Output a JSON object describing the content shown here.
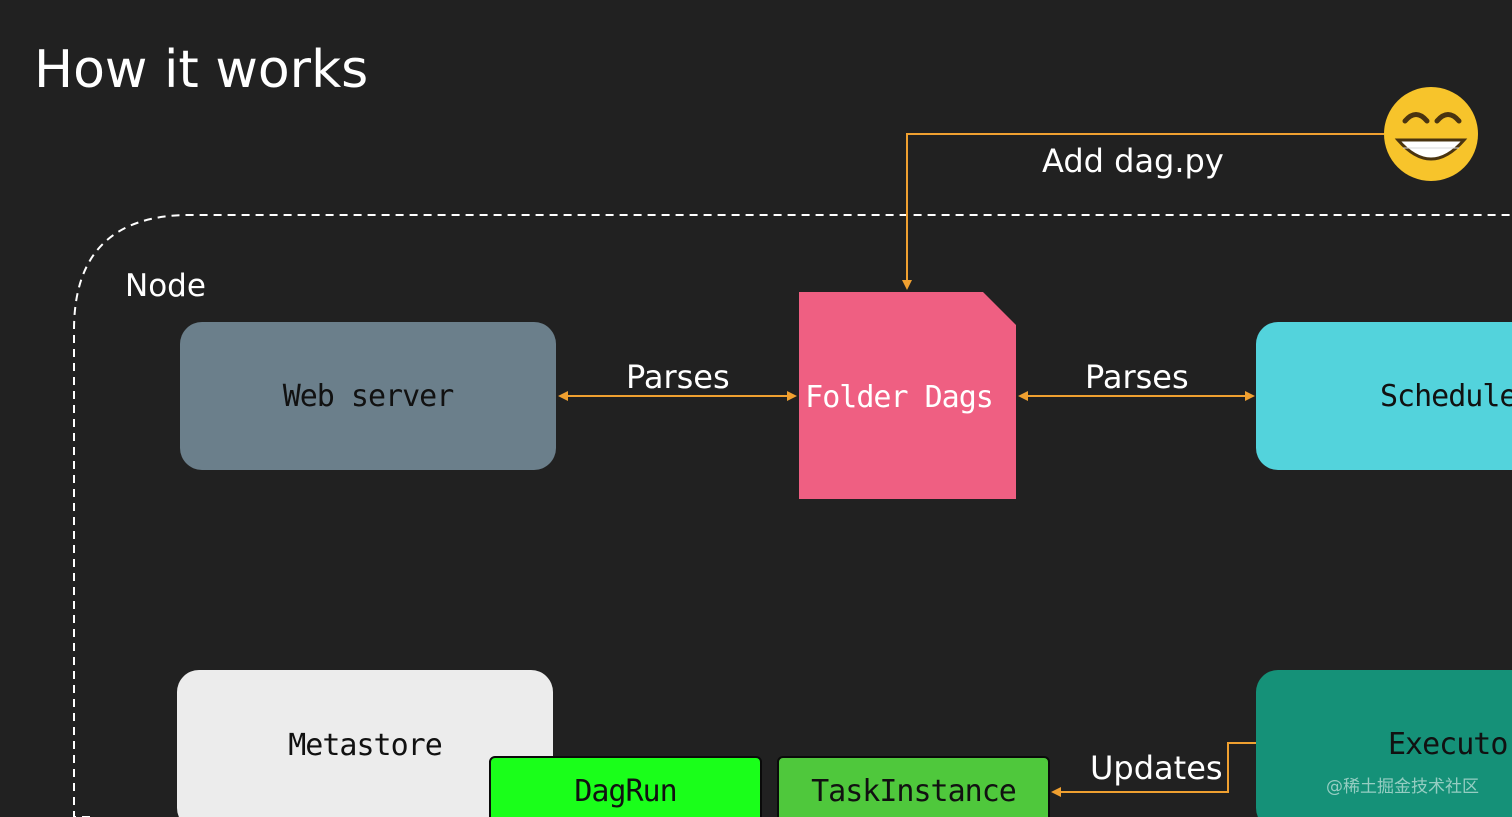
{
  "title": "How it works",
  "node_label": "Node",
  "edges": {
    "add": "Add dag.py",
    "parses_left": "Parses",
    "parses_right": "Parses",
    "updates": "Updates"
  },
  "components": {
    "web_server": "Web server",
    "folder_dags": "Folder Dags",
    "scheduler": "Scheduler",
    "metastore": "Metastore",
    "dagrun": "DagRun",
    "taskinstance": "TaskInstance",
    "executor": "Executor"
  },
  "watermark": "@稀土掘金技术社区",
  "colors": {
    "background": "#212121",
    "arrow": "#f0a030",
    "web_server": "#6b7f8b",
    "folder_dags": "#ef5f82",
    "scheduler": "#53d3dc",
    "metastore": "#ececec",
    "dagrun": "#1aff1a",
    "taskinstance": "#4fc83c",
    "executor": "#159178",
    "emoji": "#f7c42b"
  },
  "icons": {
    "user": "grinning-face-icon"
  }
}
